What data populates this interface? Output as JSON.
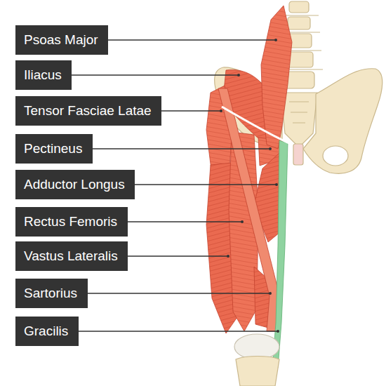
{
  "diagram": {
    "nodes": [
      {
        "text": [
          "Psoas Major"
        ]
      },
      {
        "text": [
          "Iliacus"
        ]
      },
      {
        "text": [
          "Tensor Fasciae Latae"
        ]
      },
      {
        "text": [
          "Pectineus"
        ]
      },
      {
        "text": [
          "Adductor Longus"
        ]
      },
      {
        "text": [
          "Rectus Femoris"
        ]
      },
      {
        "text": [
          "Vastus Lateralis"
        ]
      },
      {
        "text": [
          "Sartorius"
        ]
      },
      {
        "text": [
          "Gracilis"
        ]
      }
    ]
  }
}
